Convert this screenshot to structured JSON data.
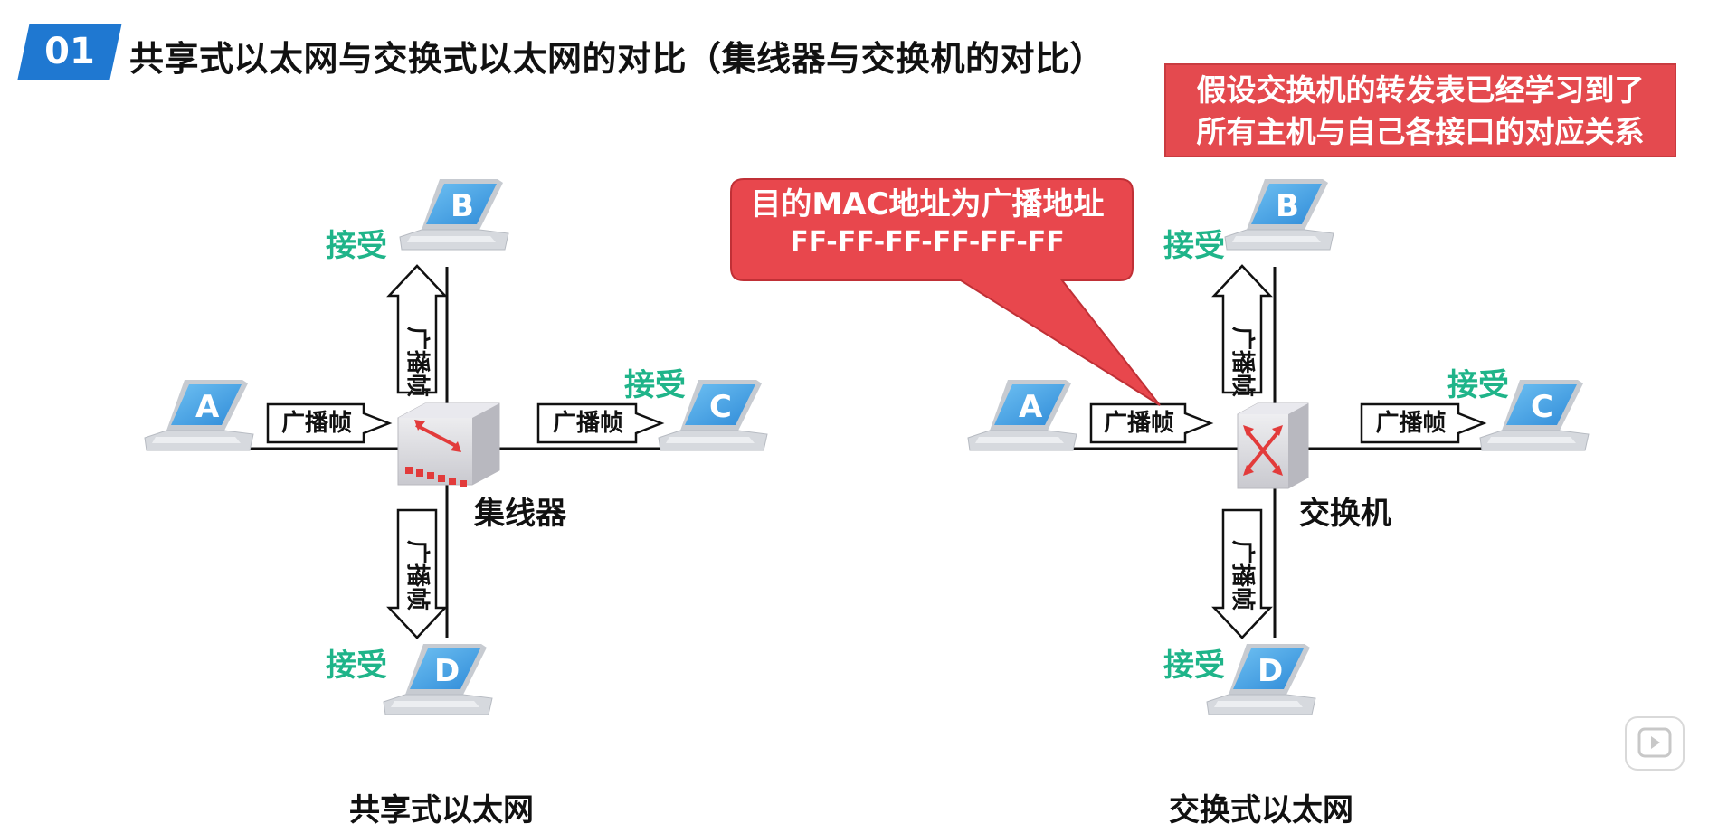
{
  "header": {
    "number": "01",
    "title": "共享式以太网与交换式以太网的对比（集线器与交换机的对比）"
  },
  "note": {
    "lines": [
      "假设交换机的转发表已经学习到了",
      "所有主机与自己各接口的对应关系"
    ]
  },
  "callout": {
    "line1": "目的MAC地址为广播地址",
    "line2": "FF-FF-FF-FF-FF-FF"
  },
  "colors": {
    "accent_blue": "#1f78d1",
    "note_red": "#e44a4f",
    "accept_green": "#1fb489",
    "laptop_blue": "#4aa3e8"
  },
  "left_network": {
    "name": "共享式以太网",
    "device": "集线器",
    "hosts": [
      "A",
      "B",
      "C",
      "D"
    ],
    "accept_label": "接受",
    "frame_label": "广播帧"
  },
  "right_network": {
    "name": "交换式以太网",
    "device": "交换机",
    "hosts": [
      "A",
      "B",
      "C",
      "D"
    ],
    "accept_label": "接受",
    "frame_label": "广播帧"
  },
  "icons": {
    "hub": "hub-icon",
    "switch": "switch-icon",
    "laptop": "laptop-icon",
    "play": "play-icon"
  }
}
